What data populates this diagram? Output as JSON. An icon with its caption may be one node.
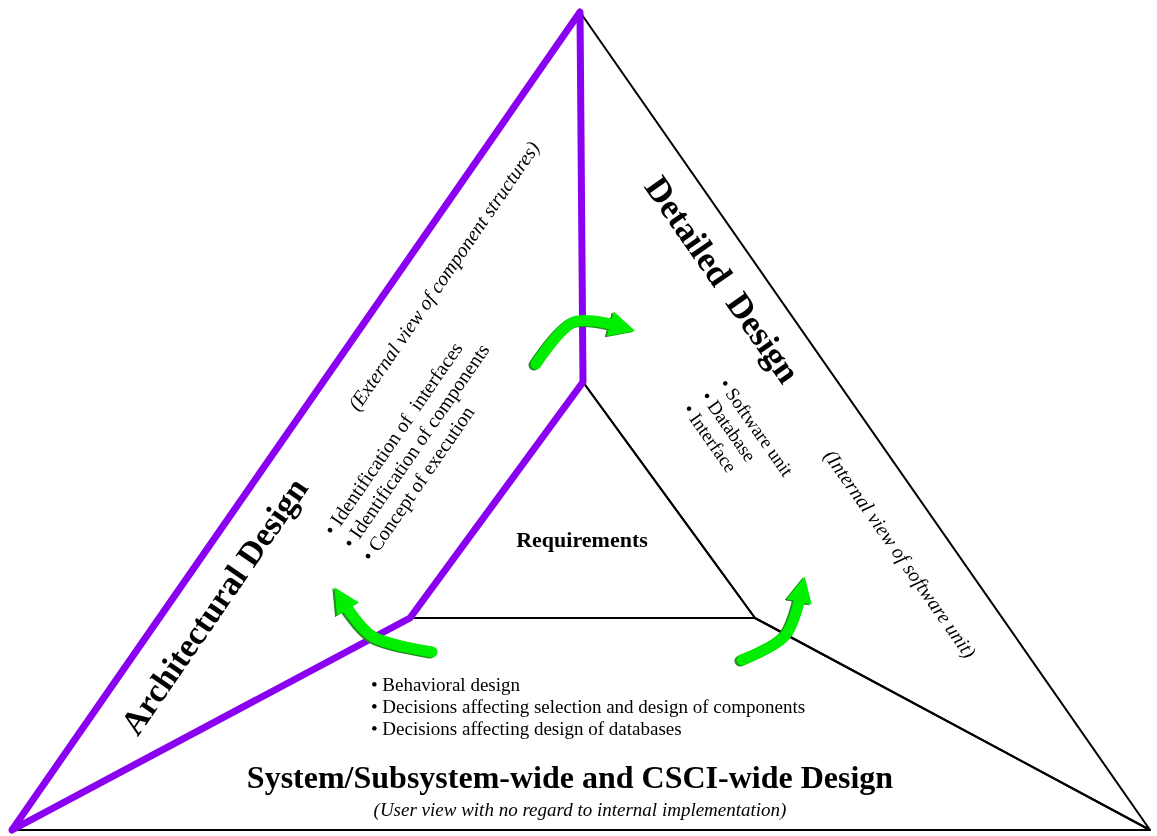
{
  "diagram": {
    "nodes": [
      {
        "text": [
          "Architectural Design",
          "(External view of component structures)",
          "• Identification of  interfaces",
          "• Identification of components",
          "• Concept of execution"
        ]
      },
      {
        "text": [
          "Detailed  Design",
          "• Software unit",
          "• Database",
          "• Interface",
          "(Internal view of software unit)"
        ]
      },
      {
        "text": [
          "• Behavioral design",
          "• Decisions affecting selection and design of components",
          "• Decisions affecting design of databases",
          "System/Subsystem-wide and CSCI-wide Design",
          "(User view with no regard to internal implementation)"
        ]
      },
      {
        "text": [
          "Requirements"
        ]
      }
    ],
    "edges": [
      {
        "from": 2,
        "to": 0,
        "arrow": "to"
      },
      {
        "from": 0,
        "to": 1,
        "arrow": "to"
      },
      {
        "from": 2,
        "to": 1,
        "arrow": "to"
      }
    ]
  }
}
